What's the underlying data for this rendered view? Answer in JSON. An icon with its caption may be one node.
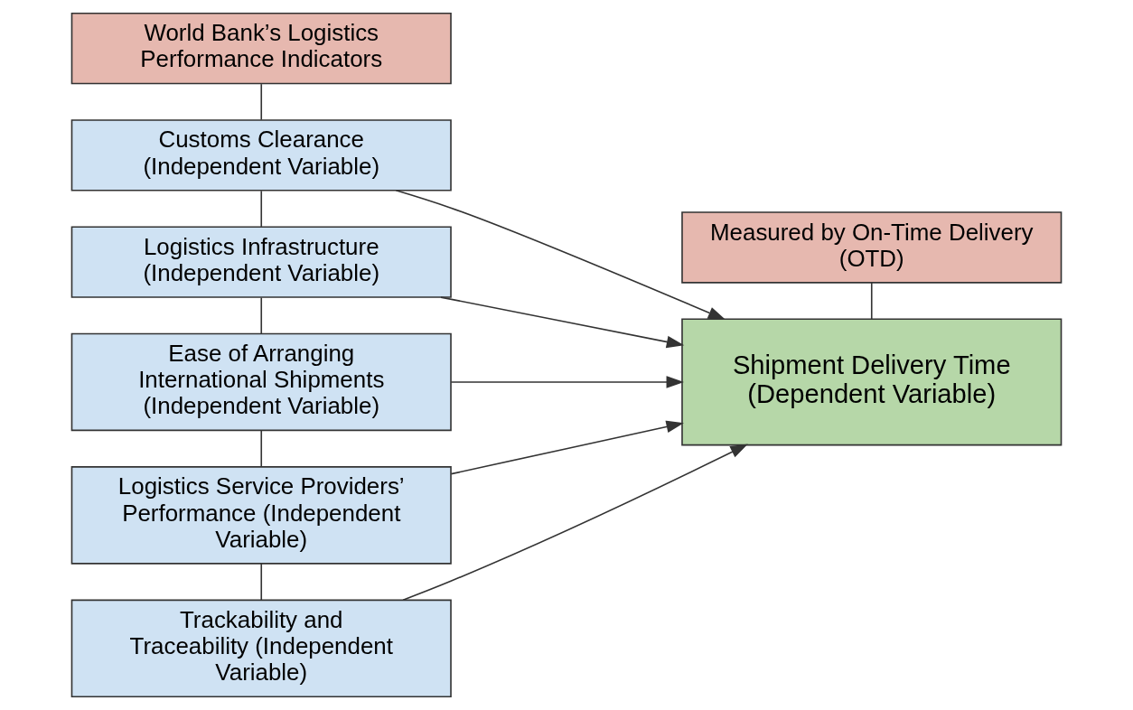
{
  "diagram": {
    "nodes": [
      {
        "text": [
          "World Bank’s Logistics Performance Indicators"
        ]
      },
      {
        "text": [
          "Customs Clearance (Independent Variable)"
        ]
      },
      {
        "text": [
          "Logistics Infrastructure (Independent Variable)"
        ]
      },
      {
        "text": [
          "Ease of Arranging International Shipments (Independent Variable)"
        ]
      },
      {
        "text": [
          "Logistics Service Providers’ Performance (Independent Variable)"
        ]
      },
      {
        "text": [
          "Trackability and Traceability (Independent Variable)"
        ]
      },
      {
        "text": [
          "Measured by On-Time Delivery (OTD)"
        ]
      },
      {
        "text": [
          "Shipment Delivery Time (Dependent Variable)"
        ]
      }
    ],
    "edges": [
      {
        "from": 0,
        "to": 1,
        "arrow": "none"
      },
      {
        "from": 1,
        "to": 2,
        "arrow": "none"
      },
      {
        "from": 2,
        "to": 3,
        "arrow": "none"
      },
      {
        "from": 3,
        "to": 4,
        "arrow": "none"
      },
      {
        "from": 4,
        "to": 5,
        "arrow": "none"
      },
      {
        "from": 1,
        "to": 7,
        "arrow": "to"
      },
      {
        "from": 2,
        "to": 7,
        "arrow": "to"
      },
      {
        "from": 3,
        "to": 7,
        "arrow": "to"
      },
      {
        "from": 4,
        "to": 7,
        "arrow": "to"
      },
      {
        "from": 5,
        "to": 7,
        "arrow": "to"
      },
      {
        "from": 6,
        "to": 7,
        "arrow": "none"
      }
    ]
  }
}
